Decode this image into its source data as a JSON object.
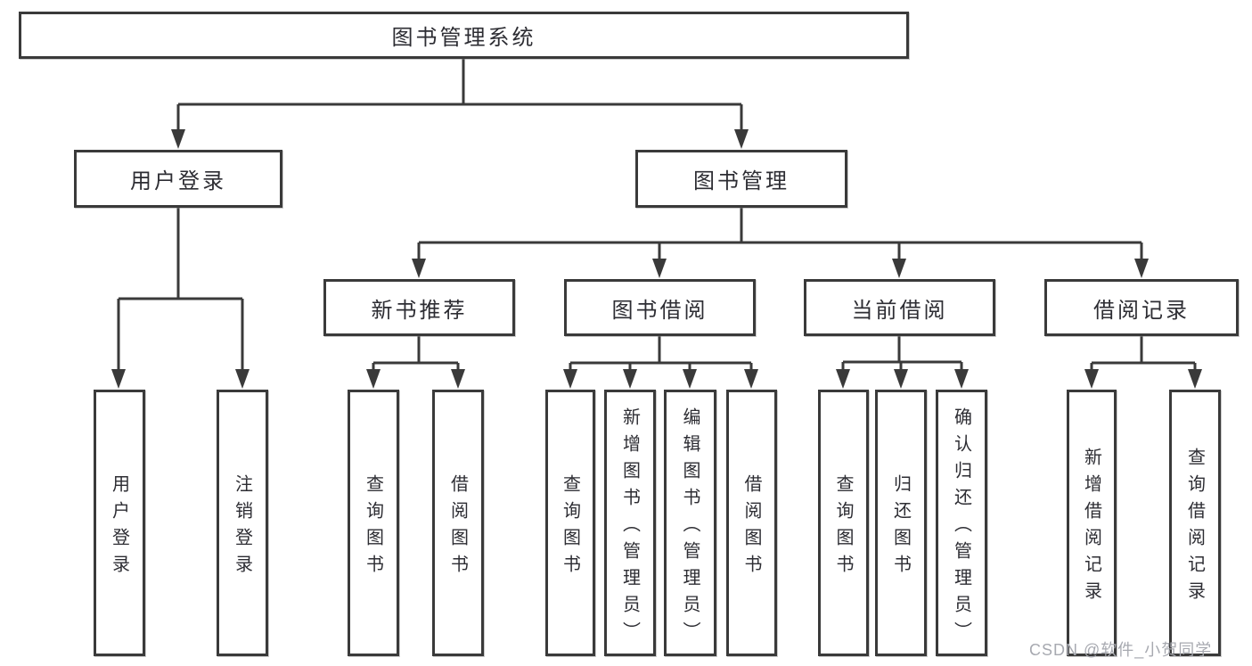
{
  "diagram": {
    "title": "图书管理系统",
    "nodes": {
      "root": "图书管理系统",
      "userLogin": "用户登录",
      "bookManagement": "图书管理",
      "newBookRecommend": "新书推荐",
      "bookBorrow": "图书借阅",
      "currentBorrow": "当前借阅",
      "borrowRecords": "借阅记录",
      "leafUserLogin": "用户登录",
      "leafLogout": "注销登录",
      "leafQueryBooksRecommend": "查询图书",
      "leafBorrowBooksRecommend": "借阅图书",
      "leafQueryBooksBorrow": "查询图书",
      "leafAddBookAdmin": "新增图书（管理员）",
      "leafEditBookAdmin": "编辑图书（管理员）",
      "leafBorrowBooks": "借阅图书",
      "leafQueryBooksCurrent": "查询图书",
      "leafReturnBook": "归还图书",
      "leafConfirmReturnAdmin": "确认归还（管理员）",
      "leafAddBorrowRecord": "新增借阅记录",
      "leafQueryBorrowRecord": "查询借阅记录"
    },
    "hierarchy": {
      "图书管理系统": {
        "用户登录": [
          "用户登录",
          "注销登录"
        ],
        "图书管理": {
          "新书推荐": [
            "查询图书",
            "借阅图书"
          ],
          "图书借阅": [
            "查询图书",
            "新增图书（管理员）",
            "编辑图书（管理员）",
            "借阅图书"
          ],
          "当前借阅": [
            "查询图书",
            "归还图书",
            "确认归还（管理员）"
          ],
          "借阅记录": [
            "新增借阅记录",
            "查询借阅记录"
          ]
        }
      }
    }
  },
  "watermark": "CSDN @软件_小贺同学",
  "colors": {
    "line": "#3a3a3a",
    "text": "#2d2d33",
    "box_background": "#ffffff",
    "page_background": "#ffffff",
    "watermark": "#a7a9b0"
  }
}
